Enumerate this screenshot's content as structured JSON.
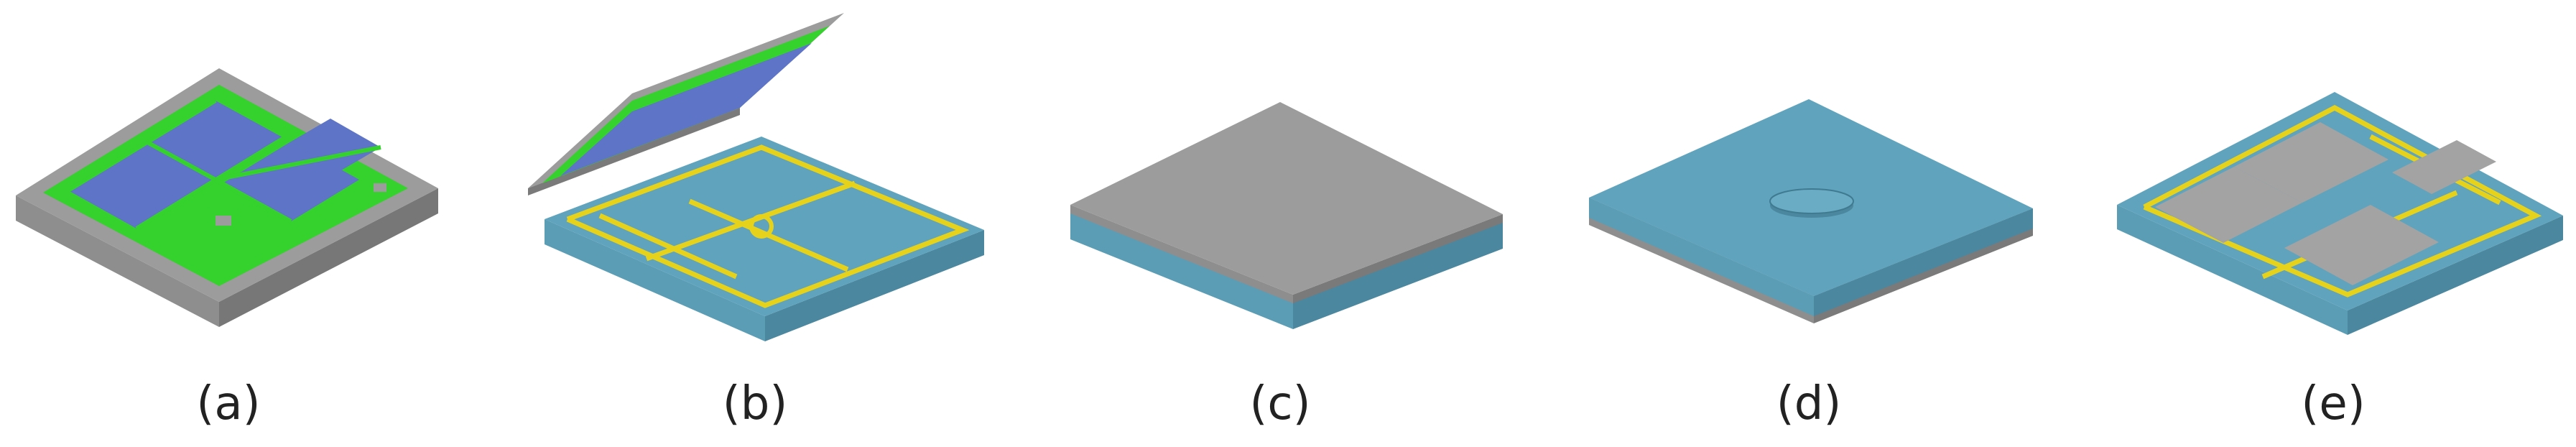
{
  "figure": {
    "panels": [
      {
        "id": "a",
        "label": "(a)"
      },
      {
        "id": "b",
        "label": "(b)"
      },
      {
        "id": "c",
        "label": "(c)"
      },
      {
        "id": "d",
        "label": "(d)"
      },
      {
        "id": "e",
        "label": "(e)"
      }
    ]
  },
  "colors": {
    "gray_top": "#9c9c9c",
    "gray_side_left": "#8e8e8e",
    "gray_side_right": "#7a7a7a",
    "blue_top": "#5fa3bd",
    "blue_side_left": "#5b9db5",
    "blue_side_right": "#4b879e",
    "green_trace": "#35d12c",
    "blue_pad": "#5e74c7",
    "yellow_trace": "#e6d21a",
    "gray_pad": "#a3a3a3"
  }
}
